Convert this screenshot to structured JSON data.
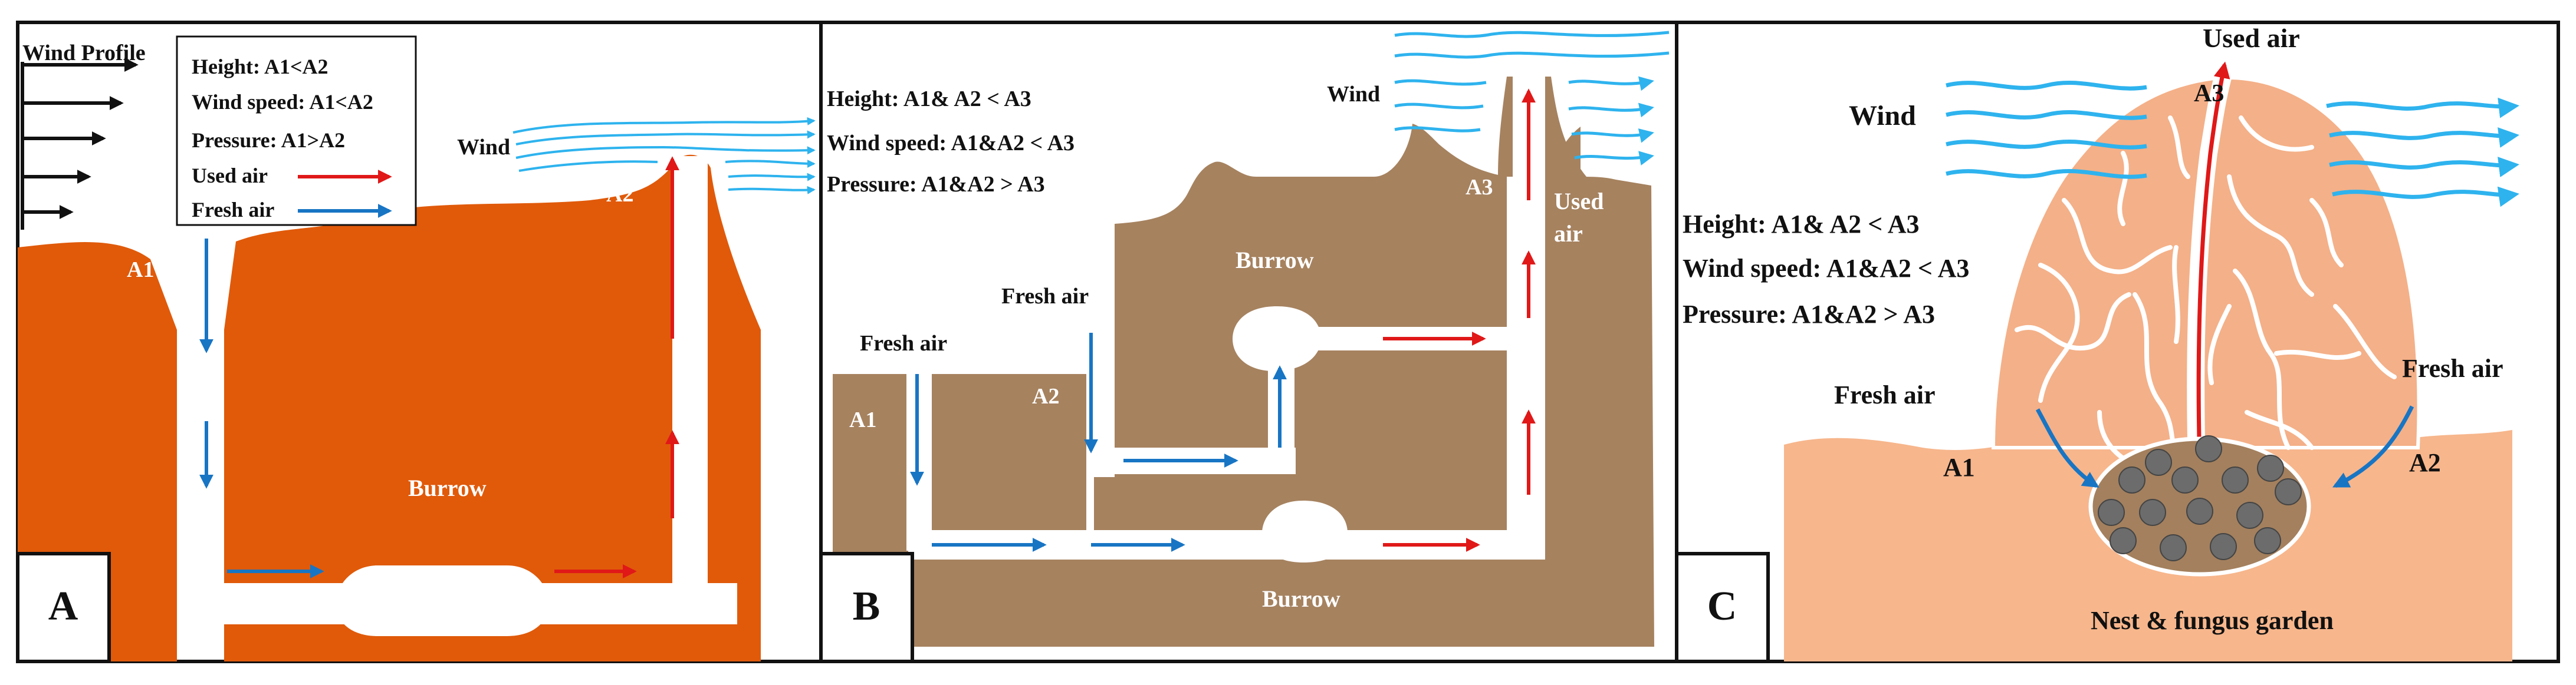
{
  "colors": {
    "panel_a_ground": "#E05A0A",
    "panel_b_ground": "#A6825F",
    "panel_c_ground": "#F7B68C",
    "mound_fill": "#F4B088",
    "nest_fill": "#A4805E",
    "fungus_dot": "#6C6C6C",
    "fresh_air_arrow": "#1875C4",
    "used_air_arrow": "#E01818",
    "wind_lines": "#2EB3EE",
    "frame": "#111111"
  },
  "panel_a": {
    "letter": "A",
    "wind_profile_label": "Wind Profile",
    "legend": {
      "height": "Height: A1<A2",
      "wind_speed": "Wind speed: A1<A2",
      "pressure": "Pressure: A1>A2",
      "used_air": "Used air",
      "fresh_air": "Fresh air"
    },
    "wind_label": "Wind",
    "a1_label": "A1",
    "a2_label": "A2",
    "burrow_label": "Burrow"
  },
  "panel_b": {
    "letter": "B",
    "height": "Height: A1& A2 < A3",
    "wind_speed": "Wind speed: A1&A2 < A3",
    "pressure": "Pressure: A1&A2 > A3",
    "wind_label": "Wind",
    "a1_label": "A1",
    "a2_label": "A2",
    "a3_label": "A3",
    "fresh_air_1": "Fresh air",
    "fresh_air_2": "Fresh air",
    "burrow_top_label": "Burrow",
    "burrow_bottom_label": "Burrow",
    "used_air_line1": "Used",
    "used_air_line2": "air"
  },
  "panel_c": {
    "letter": "C",
    "used_air_label": "Used air",
    "a3_label": "A3",
    "wind_label": "Wind",
    "height": "Height: A1& A2 < A3",
    "wind_speed": "Wind speed: A1&A2 < A3",
    "pressure": "Pressure: A1&A2 > A3",
    "fresh_air_left": "Fresh air",
    "fresh_air_right": "Fresh air",
    "a1_label": "A1",
    "a2_label": "A2",
    "nest_label": "Nest & fungus garden"
  }
}
